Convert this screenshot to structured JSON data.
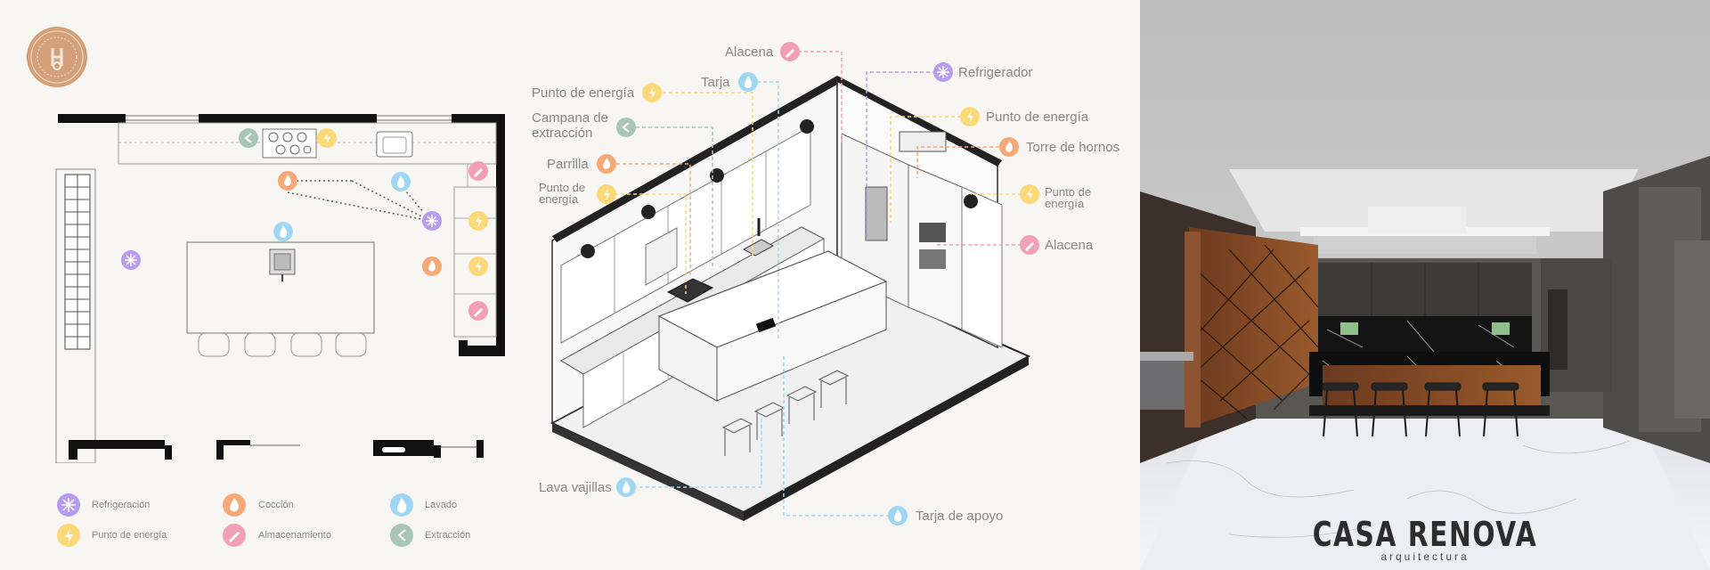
{
  "colors": {
    "refrigeracion": "#b79cf2",
    "energia": "#fbd878",
    "coccion": "#f6a877",
    "lavado": "#9fd7f3",
    "almacenamiento": "#f2a0b5",
    "extraccion": "#a9c6b4"
  },
  "labels": {
    "alacena_top": "Alacena",
    "tarja": "Tarja",
    "refrigerador": "Refrigerador",
    "punto_energia_a": "Punto de energía",
    "punto_energia_b": "Punto de energía",
    "campana": "Campana de extracción",
    "torre_hornos": "Torre de hornos",
    "parrilla": "Parrilla",
    "punto_energia_c": "Punto de energía",
    "punto_energia_d": "Punto de energía",
    "alacena_right": "Alacena",
    "lava_vajillas": "Lava vajillas",
    "tarja_apoyo": "Tarja de apoyo"
  },
  "legend": {
    "refrigeracion": "Refrigeración",
    "coccion": "Cocción",
    "lavado": "Lavado",
    "energia": "Punto de energía",
    "almacenamiento": "Almacenamiento",
    "extraccion": "Extracción"
  },
  "brand": {
    "name": "CASA RENOVA",
    "sub": "arquitectura"
  },
  "icons": {
    "refrigeracion": "snowflake-icon",
    "energia": "lightning-icon",
    "coccion": "flame-icon",
    "lavado": "water-drop-icon",
    "almacenamiento": "pencil-icon",
    "extraccion": "chevron-left-icon"
  }
}
